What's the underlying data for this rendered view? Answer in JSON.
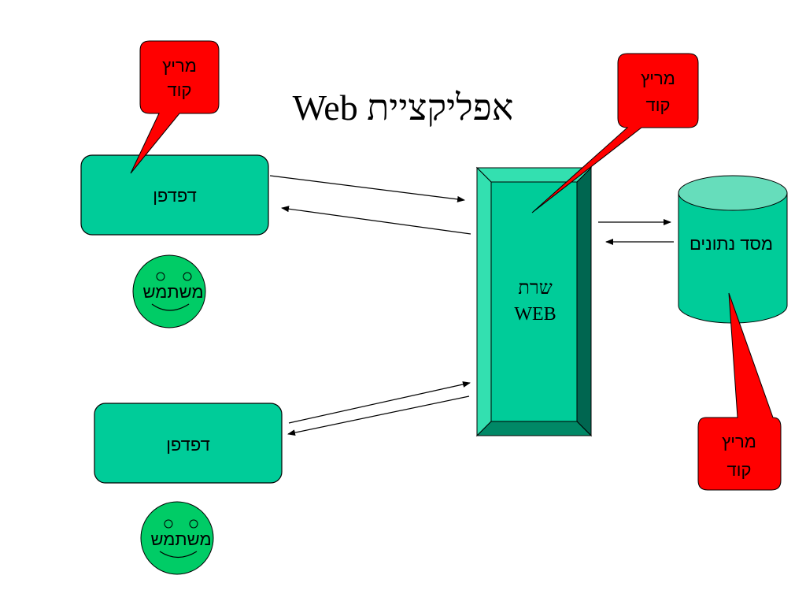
{
  "title": "אפליקציית Web",
  "browsers": [
    {
      "label": "דפדפן",
      "user_label": "משתמש"
    },
    {
      "label": "דפדפן",
      "user_label": "משתמש"
    }
  ],
  "server": {
    "line1": "שרת",
    "line2": "WEB"
  },
  "database": {
    "label": "מסד נתונים"
  },
  "callouts": [
    {
      "line1": "מריץ",
      "line2": "קוד"
    },
    {
      "line1": "מריץ",
      "line2": "קוד"
    },
    {
      "line1": "מריץ",
      "line2": "קוד"
    }
  ],
  "colors": {
    "component_fill": "#00CC99",
    "server_dark": "#006650",
    "server_light": "#33E0B0",
    "database_top": "#66DDBB",
    "callout_fill": "#FF0000",
    "face_fill": "#00CC66"
  }
}
